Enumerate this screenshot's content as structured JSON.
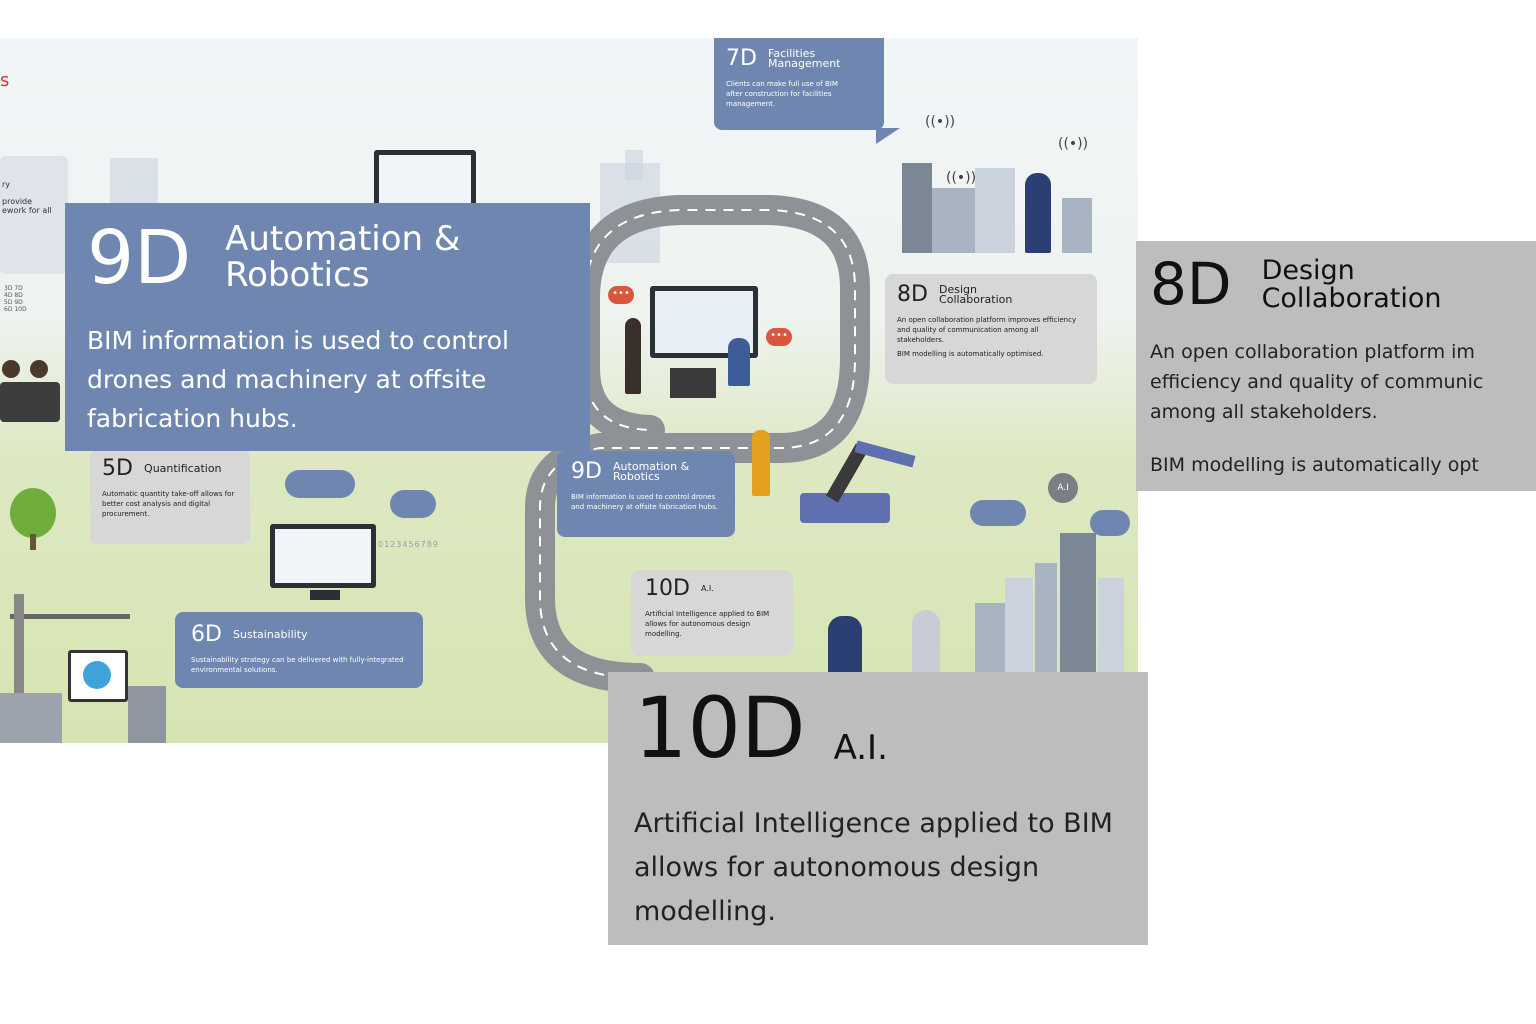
{
  "header_fragment": "s",
  "left_fragment": {
    "line1": "ry",
    "line2": "provide",
    "line3": "ework for all",
    "numbers": "3D 7D\n4D 8D\n5D 9D\n6D 10D"
  },
  "small_cards": {
    "d7": {
      "code": "7D",
      "title": "Facilities Management",
      "desc": "Clients can make full use of BIM after construction for facilities management."
    },
    "d8": {
      "code": "8D",
      "title": "Design Collaboration",
      "desc": "An open collaboration platform improves efficiency and quality of communication among all stakeholders.",
      "desc2": "BIM modelling is automatically optimised."
    },
    "d9": {
      "code": "9D",
      "title": "Automation & Robotics",
      "desc": "BIM information is used to control drones and machinery at offsite fabrication hubs."
    },
    "d10": {
      "code": "10D",
      "title": "A.I.",
      "desc": "Artificial Intelligence applied to BIM allows for autonomous design modelling."
    },
    "d5": {
      "code": "5D",
      "title": "Quantification",
      "desc": "Automatic quantity take-off allows for better cost analysis and digital procurement."
    },
    "d6": {
      "code": "6D",
      "title": "Sustainability",
      "desc": "Sustainability strategy can be delivered with fully-integrated environmental solutions."
    }
  },
  "callouts": {
    "d9": {
      "code": "9D",
      "title_line1": "Automation &",
      "title_line2": "Robotics",
      "desc": "BIM information is used to control drones and machinery at offsite fabrication hubs."
    },
    "d8": {
      "code": "8D",
      "title_line1": "Design",
      "title_line2": "Collaboration",
      "desc": "An open collaboration platform im efficiency and quality of communic among all stakeholders.",
      "desc2": "BIM modelling is automatically opt"
    },
    "d10": {
      "code": "10D",
      "title": "A.I.",
      "desc": "Artificial Intelligence applied to BIM allows for autonomous design modelling."
    }
  },
  "decor": {
    "ai_badge": "A.I",
    "digits": "0123456789"
  },
  "colors": {
    "card_blue": "#6f87b0",
    "callout_grey": "#bdbdbd",
    "road": "#8e9297",
    "grass": "#d6e4b2",
    "accent_red": "#d9573f"
  }
}
